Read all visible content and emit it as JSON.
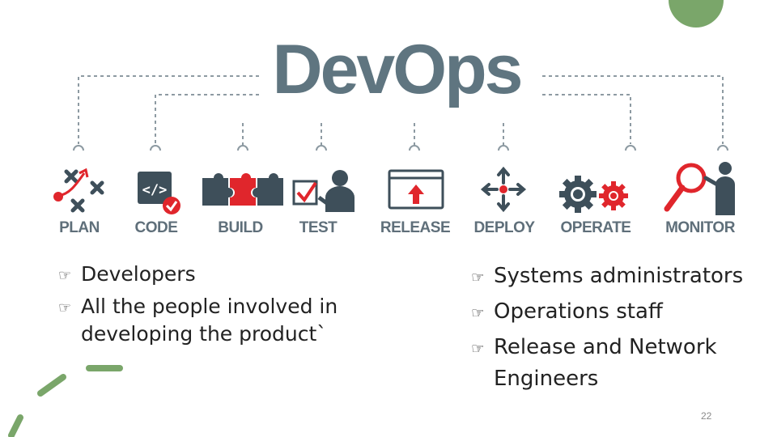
{
  "slide": {
    "title": "DevOps",
    "steps": [
      {
        "label": "PLAN",
        "icon": "plan-icon"
      },
      {
        "label": "CODE",
        "icon": "code-icon"
      },
      {
        "label": "BUILD",
        "icon": "puzzle-icon"
      },
      {
        "label": "TEST",
        "icon": "test-icon"
      },
      {
        "label": "RELEASE",
        "icon": "release-icon"
      },
      {
        "label": "DEPLOY",
        "icon": "deploy-icon"
      },
      {
        "label": "OPERATE",
        "icon": "gears-icon"
      },
      {
        "label": "MONITOR",
        "icon": "monitor-icon"
      }
    ],
    "left_bullets": [
      "Developers",
      "All the people involved in developing the product`"
    ],
    "right_bullets": [
      "Systems administrators",
      "Operations staff",
      "Release and Network Engineers"
    ],
    "bullet_marker": "☞",
    "page_number": "22",
    "colors": {
      "title": "#5f7580",
      "label": "#5f6f7a",
      "red": "#e0262c",
      "dark": "#3e4f5a",
      "accent_green": "#7aa66a",
      "dotted_line": "#8d9aa2"
    }
  }
}
